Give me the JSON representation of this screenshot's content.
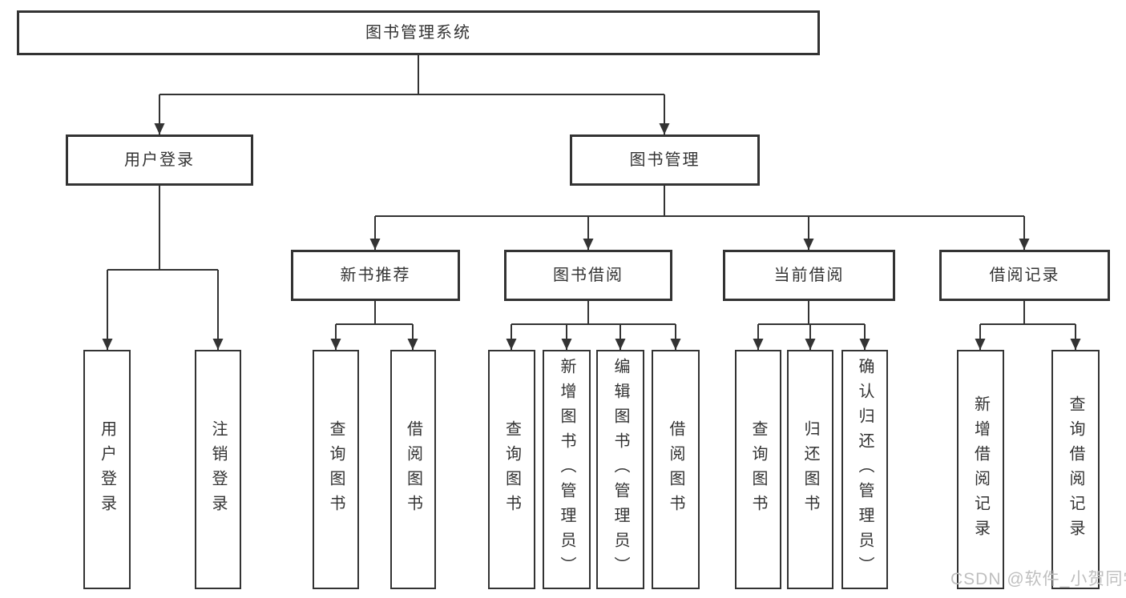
{
  "diagram": {
    "root": {
      "label": "图书管理系统"
    },
    "level2": [
      {
        "label": "用户登录",
        "leaves": [
          "用户登录",
          "注销登录"
        ]
      },
      {
        "label": "图书管理",
        "children": [
          {
            "label": "新书推荐",
            "leaves": [
              "查询图书",
              "借阅图书"
            ]
          },
          {
            "label": "图书借阅",
            "leaves": [
              "查询图书",
              "新增图书（管理员）",
              "编辑图书（管理员）",
              "借阅图书"
            ]
          },
          {
            "label": "当前借阅",
            "leaves": [
              "查询图书",
              "归还图书",
              "确认归还（管理员）"
            ]
          },
          {
            "label": "借阅记录",
            "leaves": [
              "新增借阅记录",
              "查询借阅记录"
            ]
          }
        ]
      }
    ],
    "colors": {
      "line": "#333333",
      "box_fill": "#ffffff",
      "text": "#333333"
    }
  },
  "watermark": {
    "text": "CSDN @软件_小贺同学",
    "color": "#bfbfbf"
  }
}
